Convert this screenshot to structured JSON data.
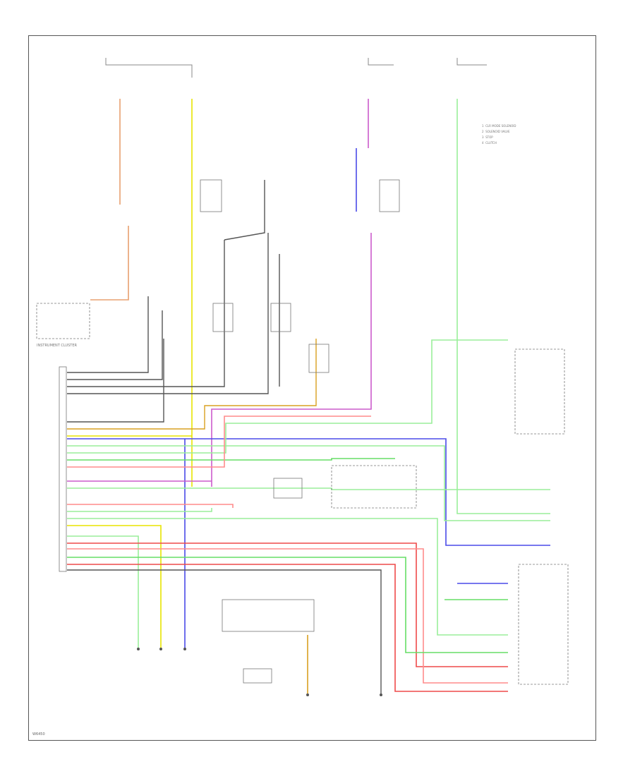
{
  "diagram": {
    "background": "#ffffff",
    "wire_colors": {
      "orange": "#e8a070",
      "yellow": "#e8e400",
      "violet": "#cc5ccc",
      "blue": "#4a4ae8",
      "green": "#66dd66",
      "light_green": "#9aee9a",
      "red": "#ee4a4a",
      "pink": "#ff8c8c",
      "dark_gray": "#555555",
      "gray": "#888888",
      "dark_yellow": "#d9a020"
    },
    "labels": {
      "instrument_cluster": "INSTRUMENT CLUSTER",
      "legend_1": "1  CLR MODE SOLENOID",
      "legend_2": "2  SOLENOID VALVE",
      "legend_3": "3  STOP",
      "legend_4": "4  CLUTCH",
      "footer": "W6450"
    }
  }
}
